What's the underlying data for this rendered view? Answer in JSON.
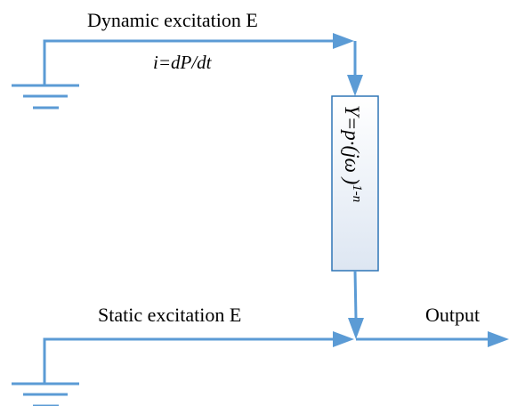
{
  "diagram": {
    "top_input_label": "Dynamic excitation E",
    "current_formula": "i=dP/dt",
    "block_formula_main": "Y=p·(jω )",
    "block_formula_exponent": "1-n",
    "bottom_input_label": "Static excitation E",
    "output_label": "Output",
    "colors": {
      "wire": "#5b9bd5",
      "block_border": "#2e75b6",
      "block_fill_top": "#ffffff",
      "block_fill_bottom": "#dde6f2"
    }
  }
}
